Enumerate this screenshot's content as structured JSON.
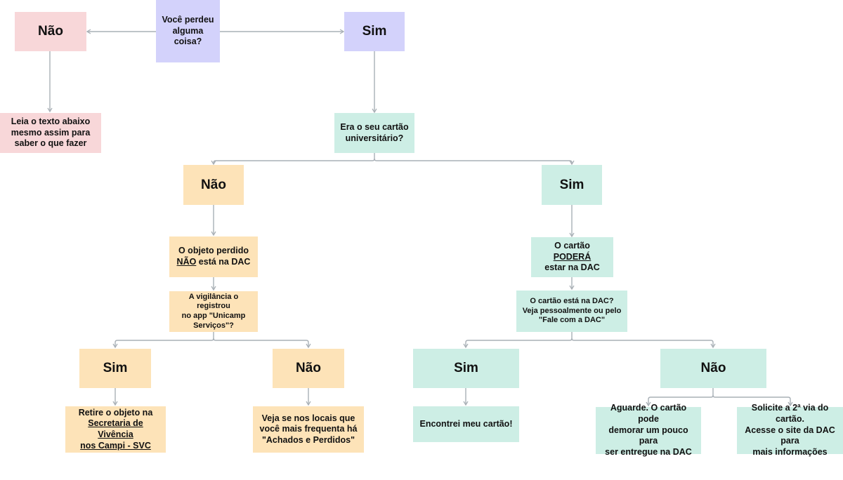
{
  "colors": {
    "pink": "#f8d7d9",
    "lavender": "#d3d2fb",
    "teal": "#cdeee5",
    "tan": "#fde3b8",
    "connector": "#a9b0b6"
  },
  "nodes": {
    "root": {
      "line1": "Você perdeu",
      "line2": "alguma coisa?"
    },
    "root_no": "Não",
    "root_yes": "Sim",
    "read_text": {
      "line1": "Leia o texto abaixo",
      "line2": "mesmo assim para",
      "line3": "saber o que fazer"
    },
    "card_question": {
      "line1": "Era o seu cartão",
      "line2": "universitário?"
    },
    "card_no": "Não",
    "card_yes": "Sim",
    "not_in_dac": {
      "line1": "O objeto perdido",
      "line2_u": "NÃO",
      "line2_rest": " está na DAC"
    },
    "may_be_in_dac": {
      "line1_pre": "O cartão ",
      "line1_u": "PODERÁ",
      "line2": "estar na DAC"
    },
    "security_question": {
      "line1": "A vigilância o registrou",
      "line2": "no app \"Unicamp",
      "line3": "Serviços\"?"
    },
    "dac_question": {
      "line1": "O cartão está na DAC?",
      "line2": "Veja pessoalmente ou pelo",
      "line3": "\"Fale com a DAC\""
    },
    "security_yes": "Sim",
    "security_no": "Não",
    "dac_yes": "Sim",
    "dac_no": "Não",
    "pickup_svc": {
      "line1": "Retire o objeto na",
      "line2_u": "Secretaria de Vivência",
      "line3_u": "nos Campi - SVC"
    },
    "lost_found": {
      "line1": "Veja se nos locais que",
      "line2": "você mais frequenta há",
      "line3": "\"Achados e Perdidos\""
    },
    "found_card": "Encontrei meu cartão!",
    "wait": {
      "line1": "Aguarde. O cartão pode",
      "line2": "demorar um pouco para",
      "line3": "ser entregue na DAC"
    },
    "second_copy": {
      "line1": "Solicite a 2ª via do cartão.",
      "line2": "Acesse o site da DAC para",
      "line3": "mais informações"
    }
  }
}
